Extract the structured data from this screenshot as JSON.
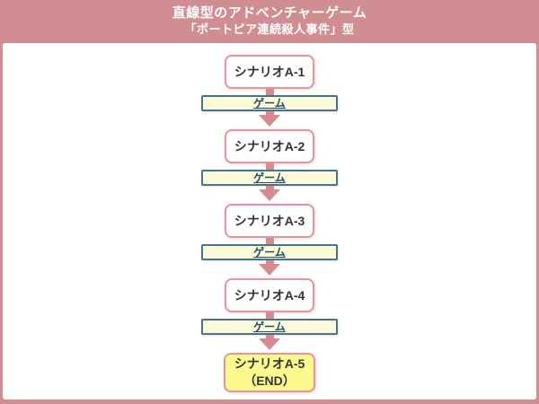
{
  "header": {
    "title_line1": "直線型のアドベンチャーゲーム",
    "title_line2": "「ポートピア連続殺人事件」型"
  },
  "flow": {
    "scenarios": [
      {
        "label": "シナリオA-1"
      },
      {
        "label": "シナリオA-2"
      },
      {
        "label": "シナリオA-3"
      },
      {
        "label": "シナリオA-4"
      }
    ],
    "game_label": "ゲーム",
    "end_node": {
      "line1": "シナリオA-5",
      "line2": "（END）"
    }
  },
  "colors": {
    "header_bg": "#d08d92",
    "scenario_border": "#e8939c",
    "arrow": "#d98a90",
    "game_fill": "#fbfbd9",
    "game_border": "#46748e",
    "game_text": "#1e4b68",
    "end_fill": "#fcfa8e",
    "node_text": "#333333"
  }
}
